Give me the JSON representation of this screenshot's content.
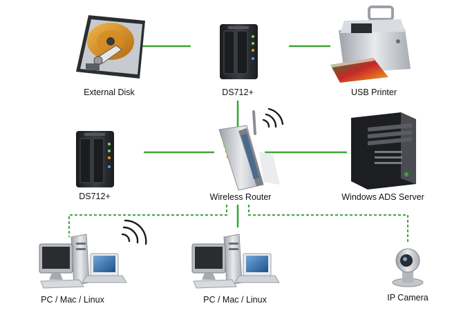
{
  "labels": {
    "external_disk": "External Disk",
    "ds712_top": "DS712+",
    "usb_printer": "USB Printer",
    "ds712_left": "DS712+",
    "wireless_router": "Wireless Router",
    "windows_server": "Windows ADS Server",
    "pc_left": "PC / Mac / Linux",
    "pc_middle": "PC / Mac / Linux",
    "ip_camera": "IP Camera"
  },
  "colors": {
    "link_wired": "#3aa635",
    "link_wireless": "#3aa635",
    "device_dark": "#2a2c30",
    "device_silver": "#c9ccd1",
    "label_text": "#111111"
  },
  "links": [
    {
      "from": "external-disk",
      "to": "ds712-top",
      "type": "wired"
    },
    {
      "from": "ds712-top",
      "to": "usb-printer",
      "type": "wired"
    },
    {
      "from": "ds712-top",
      "to": "wireless-router",
      "type": "wired"
    },
    {
      "from": "ds712-left",
      "to": "wireless-router",
      "type": "wired"
    },
    {
      "from": "wireless-router",
      "to": "windows-server",
      "type": "wired"
    },
    {
      "from": "wireless-router",
      "to": "pc-middle",
      "type": "wired"
    },
    {
      "from": "wireless-router",
      "to": "pc-left",
      "type": "wireless"
    },
    {
      "from": "wireless-router",
      "to": "ip-camera",
      "type": "wireless"
    }
  ],
  "icons": [
    "hard-disk-icon",
    "nas-icon",
    "printer-icon",
    "router-icon",
    "server-tower-icon",
    "desktop-pc-icon",
    "ip-camera-icon",
    "wifi-signal-icon"
  ]
}
